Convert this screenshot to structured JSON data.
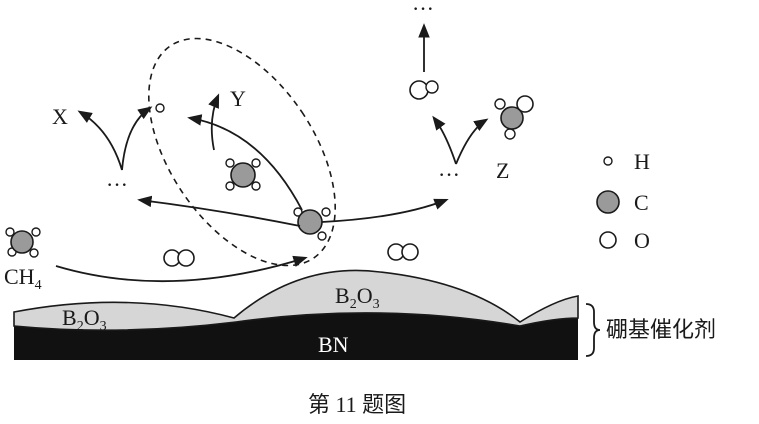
{
  "labels": {
    "x": "X",
    "y": "Y",
    "z": "Z",
    "ellipsis": "···",
    "ch4": "CH",
    "ch4_sub": "4",
    "b2o3_left_b": "B",
    "b2o3_left_sub2": "2",
    "b2o3_left_o": "O",
    "b2o3_left_sub3": "3",
    "b2o3_right_b": "B",
    "b2o3_right_sub2": "2",
    "b2o3_right_o": "O",
    "b2o3_right_sub3": "3",
    "bn": "BN",
    "catalyst": "硼基催化剂",
    "caption": "第 11 题图"
  },
  "legend": [
    {
      "atom": "H",
      "label": "H"
    },
    {
      "atom": "C",
      "label": "C"
    },
    {
      "atom": "O",
      "label": "O"
    }
  ],
  "colors": {
    "carbon": "#9a9a9a",
    "b2o3_layer": "#d6d6d6",
    "bn_layer": "#111111",
    "ink": "#1a1a1a"
  }
}
